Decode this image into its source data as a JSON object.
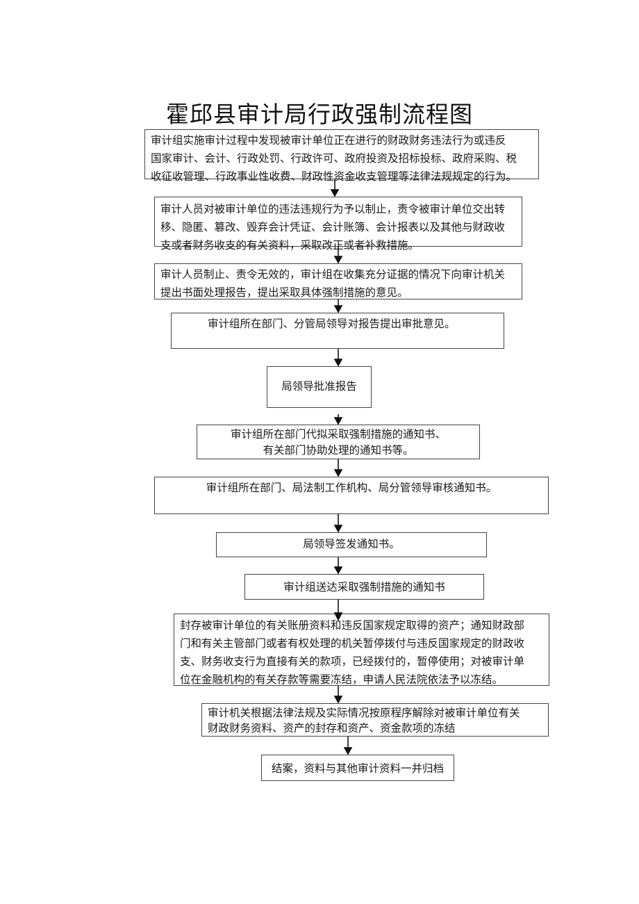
{
  "title": "霍邱县审计局行政强制流程图",
  "steps": [
    {
      "lines": [
        "审计组实施审计过程中发现被审计单位正在进行的财政财务违法行为或违反",
        "国家审计、会计、行政处罚、行政许可、政府投资及招标投标、政府采购、税",
        "收征收管理、行政事业性收费、财政性资金收支管理等法律法规规定的行为。"
      ]
    },
    {
      "lines": [
        "审计人员对被审计单位的违法违规行为予以制止，责令被审计单位交出转",
        "移、隐匿、篡改、毁弃会计凭证、会计账簿、会计报表以及其他与财政收",
        "支或者财务收支的有关资料，采取改正或者补救措施。"
      ]
    },
    {
      "lines": [
        "审计人员制止、责令无效的，审计组在收集充分证据的情况下向审计机关",
        "提出书面处理报告，提出采取具体强制措施的意见。"
      ]
    },
    {
      "lines": [
        "审计组所在部门、分管局领导对报告提出审批意见。"
      ]
    },
    {
      "lines": [
        "局领导批准报告"
      ]
    },
    {
      "lines": [
        "审计组所在部门代拟采取强制措施的通知书、",
        "有关部门协助处理的通知书等。"
      ]
    },
    {
      "lines": [
        "审计组所在部门、局法制工作机构、局分管领导审核通知书。"
      ]
    },
    {
      "lines": [
        "局领导签发通知书。"
      ]
    },
    {
      "lines": [
        "审计组送达采取强制措施的通知书"
      ]
    },
    {
      "lines": [
        "封存被审计单位的有关账册资料和违反国家规定取得的资产；通知财政部",
        "门和有关主管部门或者有权处理的机关暂停拨付与违反国家规定的财政收",
        "支、财务收支行为直接有关的款项，已经拨付的，暂停使用；对被审计单",
        "位在金融机构的有关存款等需要冻结，申请人民法院依法予以冻结。"
      ]
    },
    {
      "lines": [
        "审计机关根据法律法规及实际情况按原程序解除对被审计单位有关",
        "财政财务资料、资产的封存和资产、资金款项的冻结"
      ]
    },
    {
      "lines": [
        "结案，资料与其他审计资料一并归档"
      ]
    }
  ]
}
